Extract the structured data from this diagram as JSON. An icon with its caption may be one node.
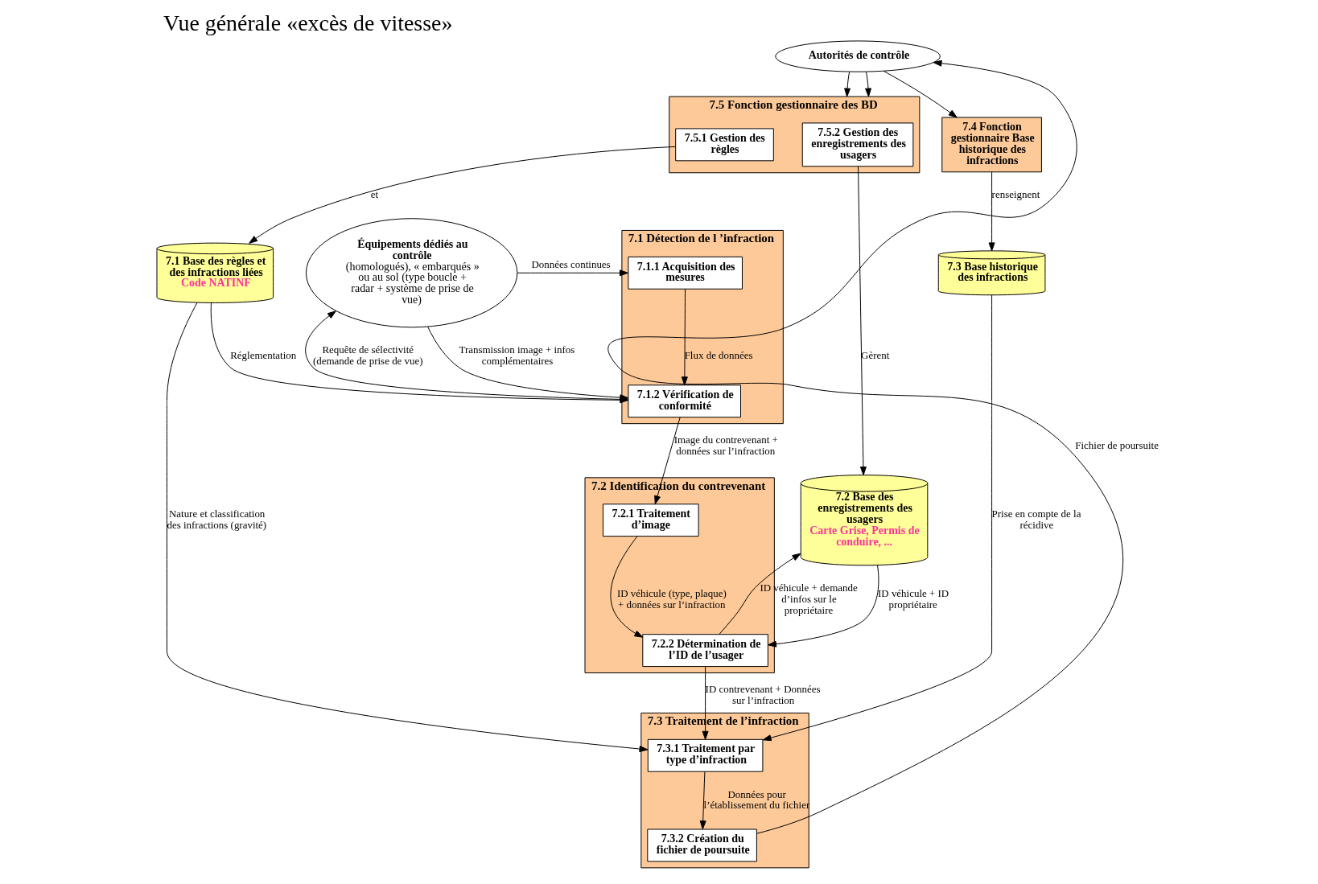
{
  "diagram": {
    "title": "Vue générale «excès de vitesse»",
    "nodes": [
      {
        "text": [
          "Autorités de contrôle"
        ]
      },
      {
        "text": [
          "7.1 Détection de l ’infraction"
        ]
      },
      {
        "text": [
          "7.1.1 Acquisition des mesures"
        ],
        "in": 1
      },
      {
        "text": [
          "7.1.2 Vérification de conformité"
        ],
        "in": 1
      },
      {
        "text": [
          "**Équipements dédiés au contrôle** (homologués), « embarqués » ou au sol (type boucle + radar + système de prise de vue)"
        ]
      },
      {
        "text": [
          "7.5 Fonction gestionnaire des BD"
        ]
      },
      {
        "text": [
          "7.5.2 Gestion des enregistrements des usagers"
        ],
        "in": 5
      },
      {
        "text": [
          "7.5.1 Gestion des règles"
        ],
        "in": 5
      },
      {
        "text": [
          "7.4 Fonction gestionnaire Base historique des infractions"
        ]
      },
      {
        "text": [
          "7.2 Base des enregistrements des usagers",
          "Carte Grise, Permis de conduire, ..."
        ]
      },
      {
        "text": [
          "7.1 Base des règles et des infractions liées",
          "Code NATINF"
        ]
      },
      {
        "text": [
          "7.3 Base historique des infractions"
        ]
      },
      {
        "text": [
          "7.2 Identification du contrevenant"
        ]
      },
      {
        "text": [
          "7.2.1 Traitement d’image"
        ],
        "in": 12
      },
      {
        "text": [
          "7.2.2 Détermination de l’ID de l’usager"
        ],
        "in": 12
      },
      {
        "text": [
          "7.3 Traitement de l’infraction"
        ]
      },
      {
        "text": [
          "7.3.1 Traitement par type d’infraction"
        ],
        "in": 15
      },
      {
        "text": [
          "7.3.2 Création du fichier de poursuite"
        ],
        "in": 15
      }
    ],
    "edges": [
      {
        "from": 0,
        "to": 5,
        "arrow": "to"
      },
      {
        "from": 0,
        "to": 5,
        "arrow": "to"
      },
      {
        "from": 0,
        "to": 8,
        "arrow": "to"
      },
      {
        "from": 4,
        "to": 2,
        "arrow": "to",
        "label": "Données continues"
      },
      {
        "from": 2,
        "to": 3,
        "arrow": "to",
        "label": "Flux de données"
      },
      {
        "from": 3,
        "to": 4,
        "arrow": "to",
        "label": "Requête de sélectivité (demande de prise de vue)"
      },
      {
        "from": 4,
        "to": 3,
        "arrow": "to",
        "label": "Transmission image + infos complémentaires"
      },
      {
        "from": 3,
        "to": 13,
        "arrow": "to",
        "label": "Image du contrevenant + données sur l’infraction"
      },
      {
        "from": 10,
        "to": 3,
        "arrow": "to",
        "label": "Réglementation"
      },
      {
        "from": 6,
        "to": 9,
        "arrow": "to",
        "label": "Gèrent"
      },
      {
        "from": 7,
        "to": 10,
        "arrow": "to",
        "label": "et"
      },
      {
        "from": 8,
        "to": 11,
        "arrow": "to",
        "label": "renseignent"
      },
      {
        "from": 13,
        "to": 14,
        "arrow": "to",
        "label": "ID véhicule (type, plaque) + données sur l’infraction"
      },
      {
        "from": 9,
        "to": 14,
        "arrow": "to",
        "label": "ID véhicule + ID propriétaire"
      },
      {
        "from": 14,
        "to": 9,
        "arrow": "to",
        "label": "ID véhicule + demande d’infos sur le propriétaire"
      },
      {
        "from": 14,
        "to": 16,
        "arrow": "to",
        "label": "ID contrevenant + Données sur l’infraction"
      },
      {
        "from": 10,
        "to": 16,
        "arrow": "to",
        "label": "Nature et classification des infractions (gravité)"
      },
      {
        "from": 11,
        "to": 16,
        "arrow": "to",
        "label": "Prise en compte de la récidive"
      },
      {
        "from": 16,
        "to": 17,
        "arrow": "to",
        "label": "Données pour l’établissement du fichier"
      },
      {
        "from": 17,
        "to": 0,
        "arrow": "to",
        "label": "Fichier de poursuite"
      }
    ]
  }
}
